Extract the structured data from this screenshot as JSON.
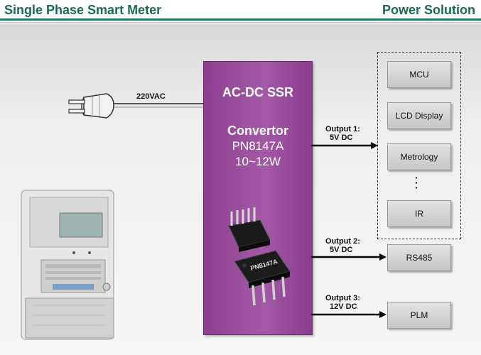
{
  "header": {
    "title": "Single Phase Smart Meter",
    "subtitle": "Power Solution"
  },
  "input": {
    "label": "220VAC"
  },
  "converter": {
    "line1": "AC-DC SSR",
    "line2": "Convertor",
    "line3": "PN8147A",
    "line4": "10~12W",
    "chip_marking": "PN8147A"
  },
  "outputs": [
    {
      "name": "Output 1:",
      "voltage": "5V DC"
    },
    {
      "name": "Output 2:",
      "voltage": "5V DC"
    },
    {
      "name": "Output 3:",
      "voltage": "12V DC"
    }
  ],
  "loads": {
    "group": [
      "MCU",
      "LCD Display",
      "Metrology",
      "IR"
    ],
    "rs485": "RS485",
    "plm": "PLM"
  },
  "colors": {
    "header_green": "#1a6a50",
    "converter_purple": "#9b4f9e"
  }
}
